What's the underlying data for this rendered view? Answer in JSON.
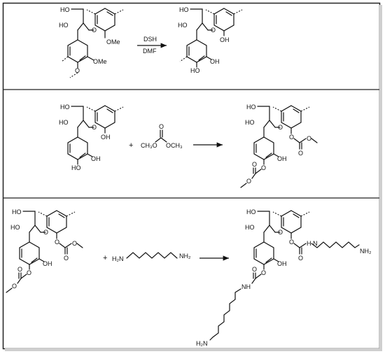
{
  "reactions": [
    {
      "id": "r1",
      "reagent_top": "DSH",
      "reagent_bottom": "DMF",
      "reactant": {
        "ho": "HO",
        "oh_alpha": "HO",
        "ether_o": "O",
        "ome_ring": "OMe",
        "ome_lower": "OMe",
        "o_bottom": "O"
      },
      "product": {
        "ho": "HO",
        "oh_alpha": "HO",
        "ether_o": "O",
        "oh_ring": "OH",
        "oh_lower_a": "HO",
        "oh_lower_b": "OH"
      }
    },
    {
      "id": "r2",
      "plus": "+",
      "reagent": {
        "left": "CH₃O",
        "o_top": "O",
        "right": "OCH₃"
      },
      "reactant": {
        "ho": "HO",
        "oh_alpha": "HO",
        "ether_o": "O",
        "oh_ring": "OH",
        "oh_lower_a": "HO",
        "oh_lower_b": "OH"
      },
      "product": {
        "ho": "HO",
        "oh_alpha": "HO",
        "ether_o": "O",
        "o_ring": "O",
        "o_carb_top": "O",
        "o_carb_end": "O",
        "oh": "OH",
        "o_lower": "O",
        "o_lower_carb": "O",
        "o_lower_end": "O"
      }
    },
    {
      "id": "r3",
      "plus": "+",
      "reagent": {
        "left": "H₂N",
        "right": "NH₂"
      },
      "reactant": {
        "ho": "HO",
        "oh_alpha": "HO",
        "ether_o": "O",
        "o_ring": "O",
        "o_carb_top": "O",
        "o_carb_end": "O",
        "oh": "OH",
        "o_lower": "O",
        "o_lower_carb": "O",
        "o_lower_end": "O"
      },
      "product": {
        "ho": "HO",
        "oh_alpha": "HO",
        "ether_o": "O",
        "o_ring": "O",
        "o_carb_top": "O",
        "nh_upper": "H\nN",
        "nh2_upper": "NH₂",
        "oh": "OH",
        "o_lower": "O",
        "o_lower_carb": "O",
        "nh_lower": "NH",
        "nh2_lower": "H₂N"
      }
    }
  ]
}
